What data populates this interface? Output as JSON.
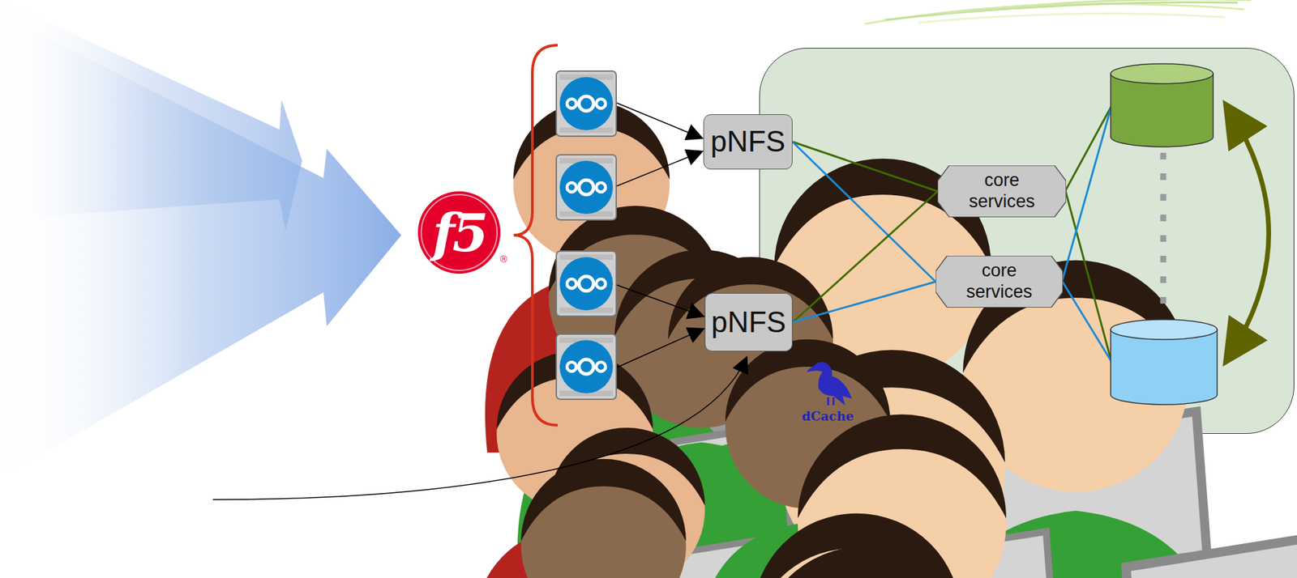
{
  "diagram": {
    "nodes": [
      {
        "text": [
          "dCache"
        ]
      },
      {
        "text": [
          "pNFS"
        ]
      },
      {
        "text": [
          "pNFS"
        ]
      },
      {
        "text": [
          "core services"
        ],
        "in": 0
      },
      {
        "text": [
          "core services"
        ],
        "in": 0
      }
    ],
    "edges": [
      {
        "from": 1,
        "to": 3,
        "arrow": "none"
      },
      {
        "from": 1,
        "to": 4,
        "arrow": "none"
      },
      {
        "from": 2,
        "to": 3,
        "arrow": "none"
      },
      {
        "from": 2,
        "to": 4,
        "arrow": "none"
      }
    ],
    "labels": [
      "f5",
      "®"
    ]
  }
}
